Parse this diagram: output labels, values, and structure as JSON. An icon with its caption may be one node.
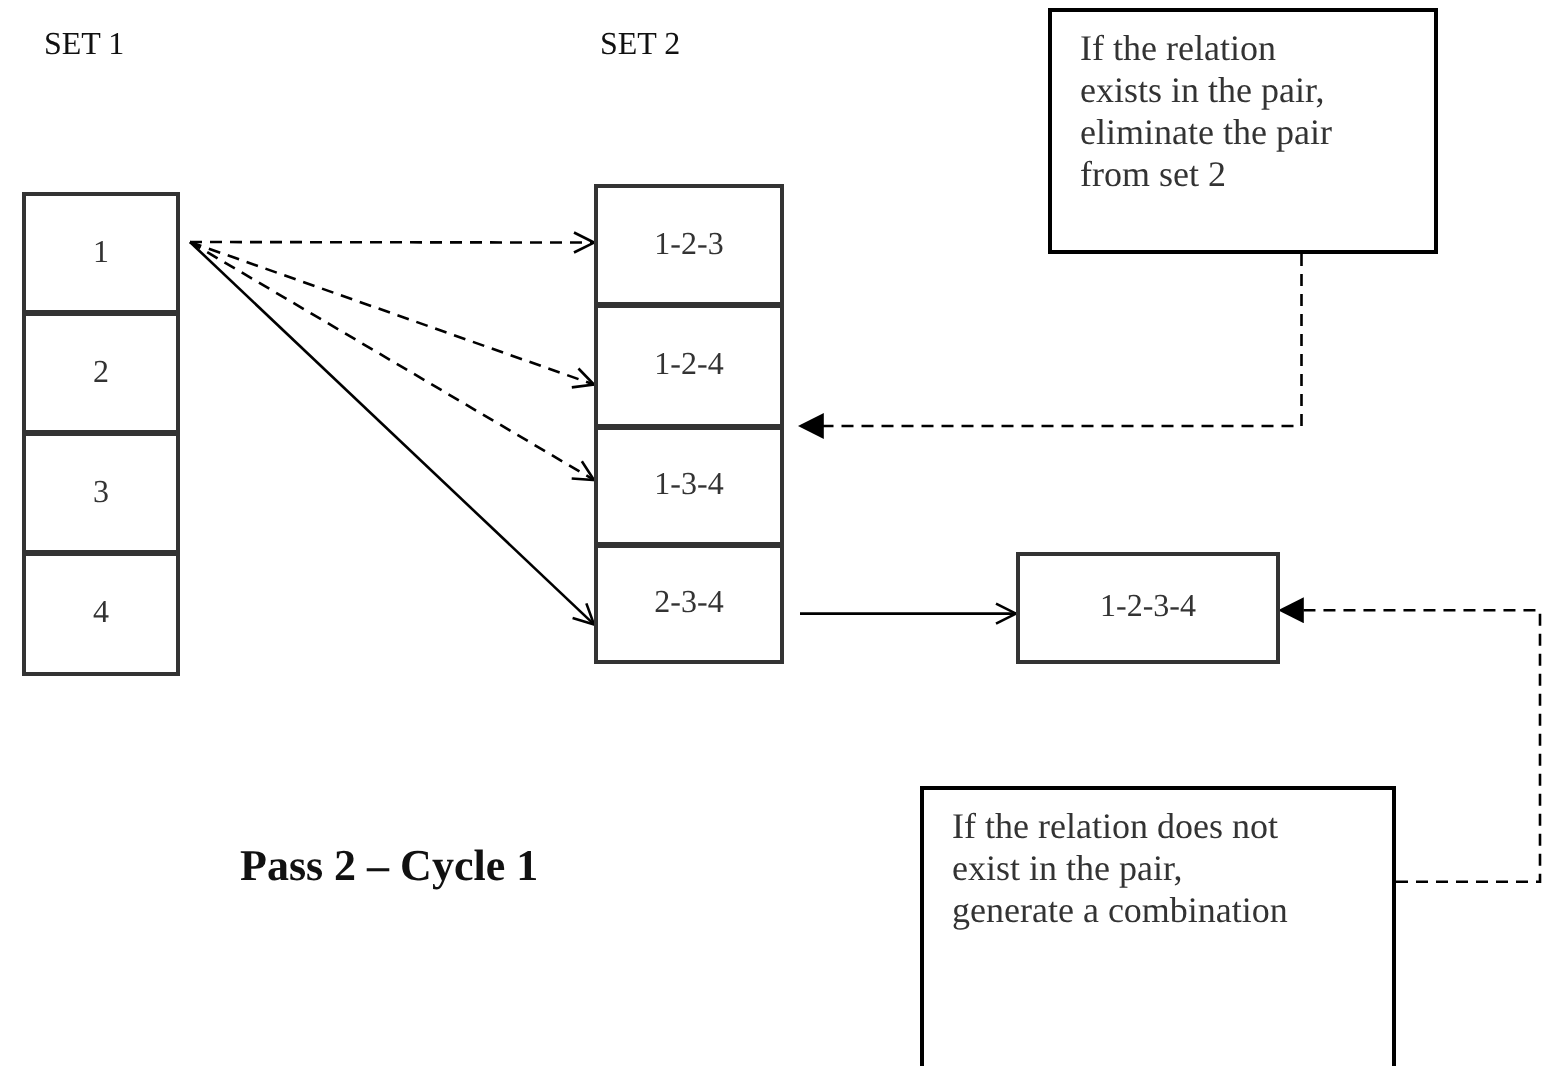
{
  "diagram": {
    "nodes": [
      {
        "text": [
          "1"
        ]
      },
      {
        "text": [
          "2"
        ]
      },
      {
        "text": [
          "3"
        ]
      },
      {
        "text": [
          "4"
        ]
      },
      {
        "text": [
          "1-2-3"
        ]
      },
      {
        "text": [
          "1-2-4"
        ]
      },
      {
        "text": [
          "1-3-4"
        ]
      },
      {
        "text": [
          "2-3-4"
        ]
      },
      {
        "text": [
          "1-2-3-4"
        ]
      },
      {
        "text": [
          "If the relation exists in the pair, eliminate the pair from set 2"
        ]
      },
      {
        "text": [
          "If the relation does not exist in the pair, generate a combination"
        ]
      }
    ],
    "edges": [
      {
        "from": 0,
        "to": 4,
        "arrow": "to",
        "style": "dashed"
      },
      {
        "from": 0,
        "to": 5,
        "arrow": "to",
        "style": "dashed"
      },
      {
        "from": 0,
        "to": 6,
        "arrow": "to",
        "style": "dashed"
      },
      {
        "from": 0,
        "to": 7,
        "arrow": "to"
      },
      {
        "from": 7,
        "to": 8,
        "arrow": "to"
      },
      {
        "from": 9,
        "to": 6,
        "arrow": "to",
        "style": "dashed"
      },
      {
        "from": 10,
        "to": 8,
        "arrow": "to",
        "style": "dashed"
      }
    ],
    "labels": [
      "SET 1",
      "SET 2",
      "Pass 2 – Cycle 1"
    ]
  }
}
